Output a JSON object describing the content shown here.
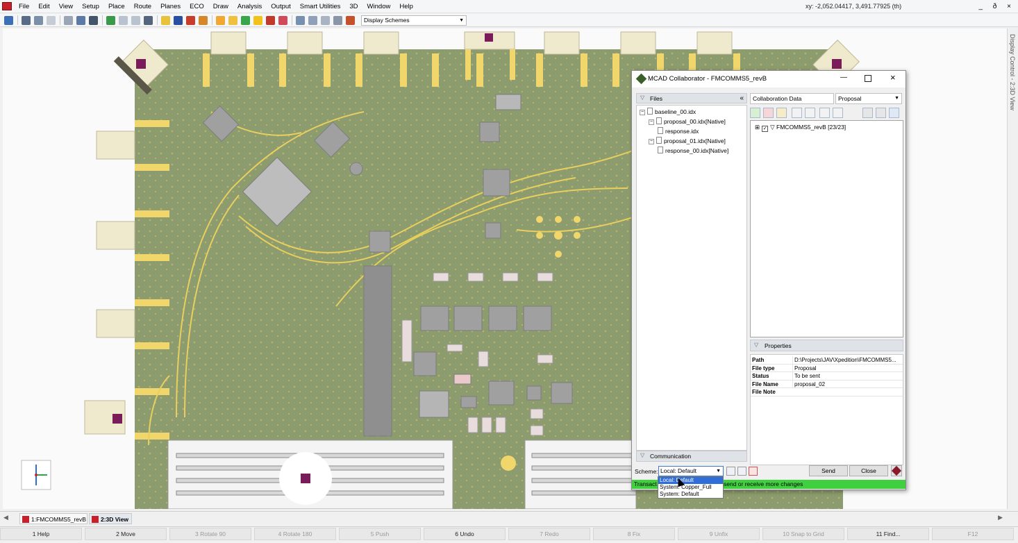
{
  "menu": {
    "items": [
      "File",
      "Edit",
      "View",
      "Setup",
      "Place",
      "Route",
      "Planes",
      "ECO",
      "Draw",
      "Analysis",
      "Output",
      "Smart Utilities",
      "3D",
      "Window",
      "Help"
    ],
    "coordinates": "xy: -2,052.04417, 3,491.77925 (th)",
    "window_controls": "_ ð ×"
  },
  "toolbar": {
    "display_schemes": "Display Schemes"
  },
  "right_strip": {
    "label": "Display Control - 2:3D View"
  },
  "tabs": {
    "tab1": "1:FMCOMMS5_revB",
    "tab2": "2:3D View"
  },
  "fkeys": [
    {
      "label": "1 Help",
      "enabled": true
    },
    {
      "label": "2 Move",
      "enabled": true
    },
    {
      "label": "3 Rotate 90",
      "enabled": false
    },
    {
      "label": "4 Rotate 180",
      "enabled": false
    },
    {
      "label": "5 Push",
      "enabled": false
    },
    {
      "label": "6 Undo",
      "enabled": true
    },
    {
      "label": "7 Redo",
      "enabled": false
    },
    {
      "label": "8 Fix",
      "enabled": false
    },
    {
      "label": "9 Unfix",
      "enabled": false
    },
    {
      "label": "10 Snap to Grid",
      "enabled": false
    },
    {
      "label": "11 Find...",
      "enabled": true
    },
    {
      "label": "F12",
      "enabled": false
    }
  ],
  "dialog": {
    "title": "MCAD Collaborator - FMCOMMS5_revB",
    "files_header": "Files",
    "files": [
      {
        "label": "baseline_00.idx",
        "level": 0,
        "expander": "−"
      },
      {
        "label": "proposal_00.idx[Native]",
        "level": 1,
        "expander": "−"
      },
      {
        "label": "response.idx",
        "level": 2,
        "expander": ""
      },
      {
        "label": "proposal_01.idx[Native]",
        "level": 1,
        "expander": "−"
      },
      {
        "label": "response_00.idx[Native]",
        "level": 2,
        "expander": ""
      }
    ],
    "communication_header": "Communication",
    "collab_select": "Collaboration Data",
    "proposal_select": "Proposal",
    "collab_root": "FMCOMMS5_revB [23/23]",
    "properties_header": "Properties",
    "properties": [
      {
        "key": "Path",
        "value": "D:\\Projects\\JAV\\Xpedition\\FMCOMMS5..."
      },
      {
        "key": "File type",
        "value": "Proposal"
      },
      {
        "key": "Status",
        "value": "To be sent"
      },
      {
        "key": "File Name",
        "value": "proposal_02"
      },
      {
        "key": "File Note",
        "value": ""
      }
    ],
    "scheme_label": "Scheme:",
    "scheme_value": "Local: Default",
    "scheme_options": [
      "Local: Default",
      "System: Copper_Full",
      "System: Default"
    ],
    "send_label": "Send",
    "close_label": "Close",
    "status_left": "Transact",
    "status_right": "send or receive more changes",
    "colors": {
      "status_green": "#3fcf3f",
      "selection_blue": "#2f6ed8"
    }
  },
  "board_colors": {
    "pcb": "#8d9c6e",
    "pad": "#f0d66b",
    "component": "#a0a0a0",
    "connector": "#efe9cd"
  }
}
